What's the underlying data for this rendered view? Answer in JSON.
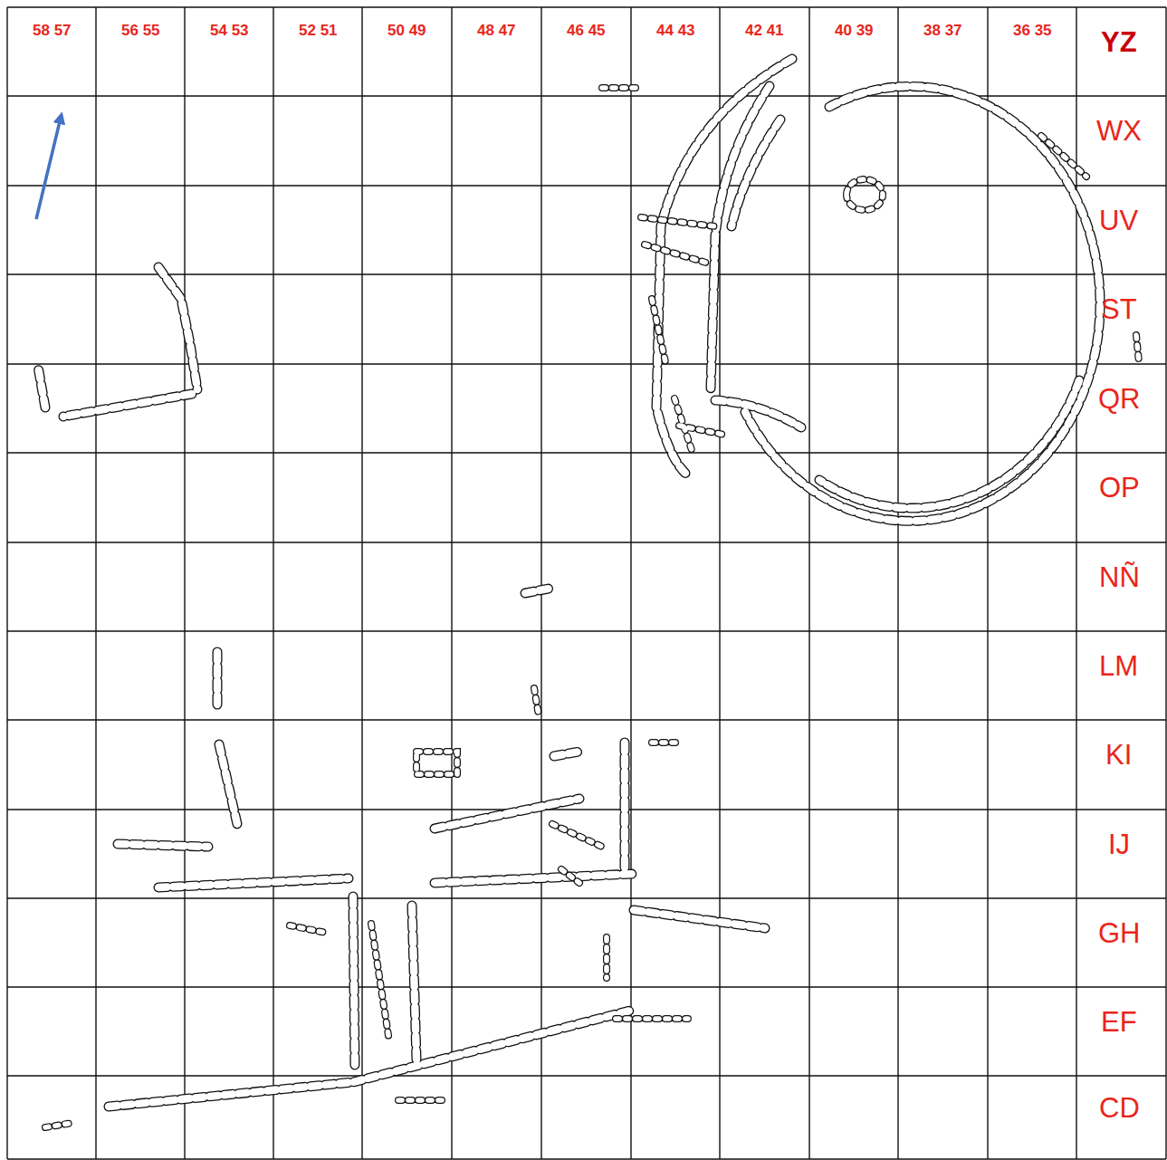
{
  "diagram": {
    "labels": [
      "58 57",
      "56 55",
      "54 53",
      "52 51",
      "50 49",
      "48 47",
      "46 45",
      "44 43",
      "42 41",
      "40 39",
      "38 37",
      "36 35",
      "YZ",
      "WX",
      "UV",
      "ST",
      "QR",
      "OP",
      "NÑ",
      "LM",
      "KI",
      "IJ",
      "GH",
      "EF",
      "CD"
    ]
  }
}
